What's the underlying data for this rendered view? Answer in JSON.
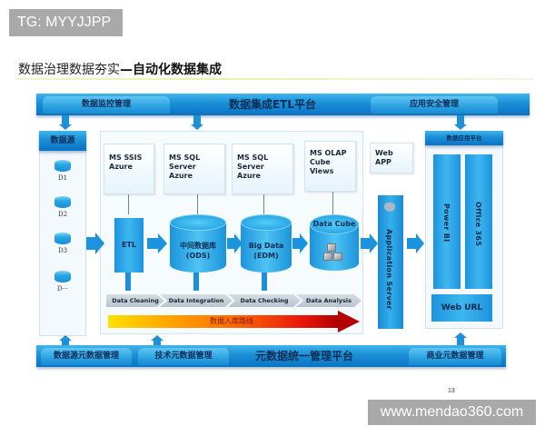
{
  "watermark_tag": "TG: MYYJJPP",
  "slide": {
    "title_normal": "数据治理数据夯实",
    "title_bold": "—自动化数据集成",
    "page_number": "13"
  },
  "top_bar": {
    "left_tab": "数据监控管理",
    "title": "数据集成ETL平台",
    "right_tab": "应用安全管理"
  },
  "data_source": {
    "title": "数据源",
    "items": [
      "D1",
      "D2",
      "D3",
      "D···"
    ]
  },
  "services": [
    {
      "label_line1": "MS SSIS",
      "label_line2": "Azure"
    },
    {
      "label_line1": "MS SQL Server",
      "label_line2": "Azure"
    },
    {
      "label_line1": "MS SQL Server",
      "label_line2": "Azure"
    },
    {
      "label_line1": "MS OLAP",
      "label_line2": "Cube Views"
    }
  ],
  "pipeline": {
    "etl": "ETL",
    "ods_line1": "中间数据库",
    "ods_line2": "(ODS)",
    "edm_line1": "Big Data",
    "edm_line2": "(EDM)",
    "cube": "Data Cube"
  },
  "steps": [
    "Data Cleaning",
    "Data Integration",
    "Data Checking",
    "Data Analysis"
  ],
  "flow_label": "数据入库路线",
  "web_app": {
    "line1": "Web",
    "line2": "APP"
  },
  "application_server": "Application Server",
  "app_platform": {
    "title": "数据应用平台",
    "power_bi": "Power BI",
    "office": "Office 365",
    "web_url": "Web URL"
  },
  "bottom_bar": {
    "left_tab_1": "数据源元数据管理",
    "left_tab_2": "技术元数据管理",
    "title": "元数据统一管理平台",
    "right_tab": "商业元数据管理"
  },
  "footer_watermark": "www.mendao360.com",
  "colors": {
    "primary_blue": "#1a8fd6",
    "light_blue": "#3fb4ec",
    "flow_start": "#ffe000",
    "flow_end": "#b00000"
  }
}
